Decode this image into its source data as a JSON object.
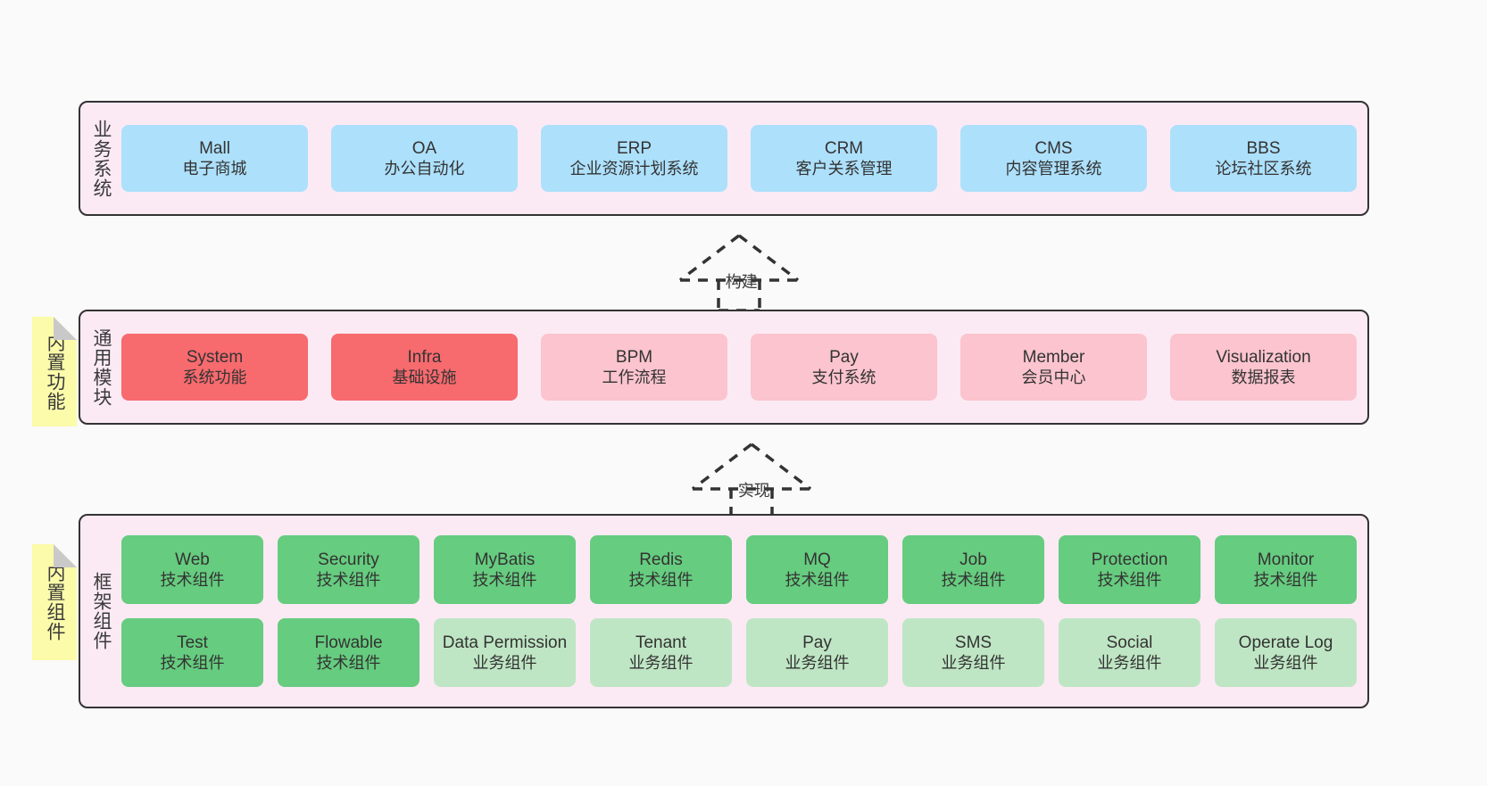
{
  "diagram": {
    "background": "#fafafa",
    "colors": {
      "band_fill": "#fbeaf4",
      "band_stroke": "#333333",
      "business": "#ade0fb",
      "module_active": "#f76a6e",
      "module_planned": "#fbc4ce",
      "tech_component": "#66cc7f",
      "biz_component": "#bfe6c4",
      "sticky": "#fbfbaa",
      "sticky_fold": "#c9c9c9"
    }
  },
  "layers": {
    "business": {
      "caption": "业务系统",
      "nodes": [
        {
          "en": "Mall",
          "cn": "电子商城"
        },
        {
          "en": "OA",
          "cn": "办公自动化"
        },
        {
          "en": "ERP",
          "cn": "企业资源计划系统"
        },
        {
          "en": "CRM",
          "cn": "客户关系管理"
        },
        {
          "en": "CMS",
          "cn": "内容管理系统"
        },
        {
          "en": "BBS",
          "cn": "论坛社区系统"
        }
      ]
    },
    "modules": {
      "caption": "通用模块",
      "sticky": "内置功能",
      "nodes": [
        {
          "en": "System",
          "cn": "系统功能",
          "style": "active"
        },
        {
          "en": "Infra",
          "cn": "基础设施",
          "style": "active"
        },
        {
          "en": "BPM",
          "cn": "工作流程",
          "style": "planned"
        },
        {
          "en": "Pay",
          "cn": "支付系统",
          "style": "planned"
        },
        {
          "en": "Member",
          "cn": "会员中心",
          "style": "planned"
        },
        {
          "en": "Visualization",
          "cn": "数据报表",
          "style": "planned"
        }
      ]
    },
    "framework": {
      "caption": "框架组件",
      "sticky": "内置组件",
      "row1": [
        {
          "en": "Web",
          "cn": "技术组件",
          "style": "tech"
        },
        {
          "en": "Security",
          "cn": "技术组件",
          "style": "tech"
        },
        {
          "en": "MyBatis",
          "cn": "技术组件",
          "style": "tech"
        },
        {
          "en": "Redis",
          "cn": "技术组件",
          "style": "tech"
        },
        {
          "en": "MQ",
          "cn": "技术组件",
          "style": "tech"
        },
        {
          "en": "Job",
          "cn": "技术组件",
          "style": "tech"
        },
        {
          "en": "Protection",
          "cn": "技术组件",
          "style": "tech"
        },
        {
          "en": "Monitor",
          "cn": "技术组件",
          "style": "tech"
        }
      ],
      "row2": [
        {
          "en": "Test",
          "cn": "技术组件",
          "style": "tech"
        },
        {
          "en": "Flowable",
          "cn": "技术组件",
          "style": "tech"
        },
        {
          "en": "Data Permission",
          "cn": "业务组件",
          "style": "biz"
        },
        {
          "en": "Tenant",
          "cn": "业务组件",
          "style": "biz"
        },
        {
          "en": "Pay",
          "cn": "业务组件",
          "style": "biz"
        },
        {
          "en": "SMS",
          "cn": "业务组件",
          "style": "biz"
        },
        {
          "en": "Social",
          "cn": "业务组件",
          "style": "biz"
        },
        {
          "en": "Operate Log",
          "cn": "业务组件",
          "style": "biz"
        }
      ]
    }
  },
  "connectors": {
    "build": {
      "label": "构建"
    },
    "implement": {
      "label": "实现"
    }
  }
}
